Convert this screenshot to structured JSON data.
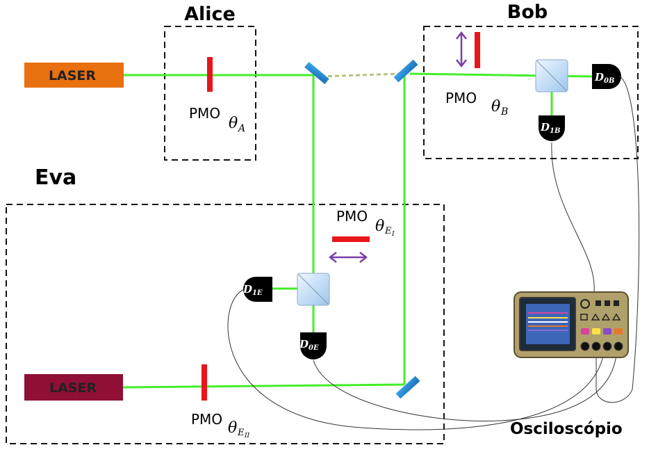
{
  "parties": {
    "alice": "Alice",
    "bob": "Bob",
    "eva": "Eva"
  },
  "lasers": {
    "main": "LASER",
    "eva": "LASER"
  },
  "modulators": {
    "alice": {
      "prefix": "PMO",
      "symbol": "θ",
      "sub": "A"
    },
    "bob": {
      "prefix": "PMO",
      "symbol": "θ",
      "sub": "B"
    },
    "eva_1": {
      "prefix": "PMO",
      "symbol": "θ",
      "sub": "E",
      "subsub": "I"
    },
    "eva_2": {
      "prefix": "PMO",
      "symbol": "θ",
      "sub": "E",
      "subsub": "II"
    }
  },
  "detectors": {
    "d0b": {
      "letter": "D",
      "sub": "0B"
    },
    "d1b": {
      "letter": "D",
      "sub": "1B"
    },
    "d1e": {
      "letter": "D",
      "sub": "1E"
    },
    "d0e": {
      "letter": "D",
      "sub": "0E"
    }
  },
  "oscilloscope": {
    "label": "Osciloscópio"
  },
  "colors": {
    "beam": "#44ee2a",
    "laser_main": "#e8700e",
    "laser_eva": "#8f0f35",
    "modulator": "#e8151b",
    "mirror": "#2b8fd6",
    "arrow": "#7a3ea8",
    "detector": "#000000"
  }
}
